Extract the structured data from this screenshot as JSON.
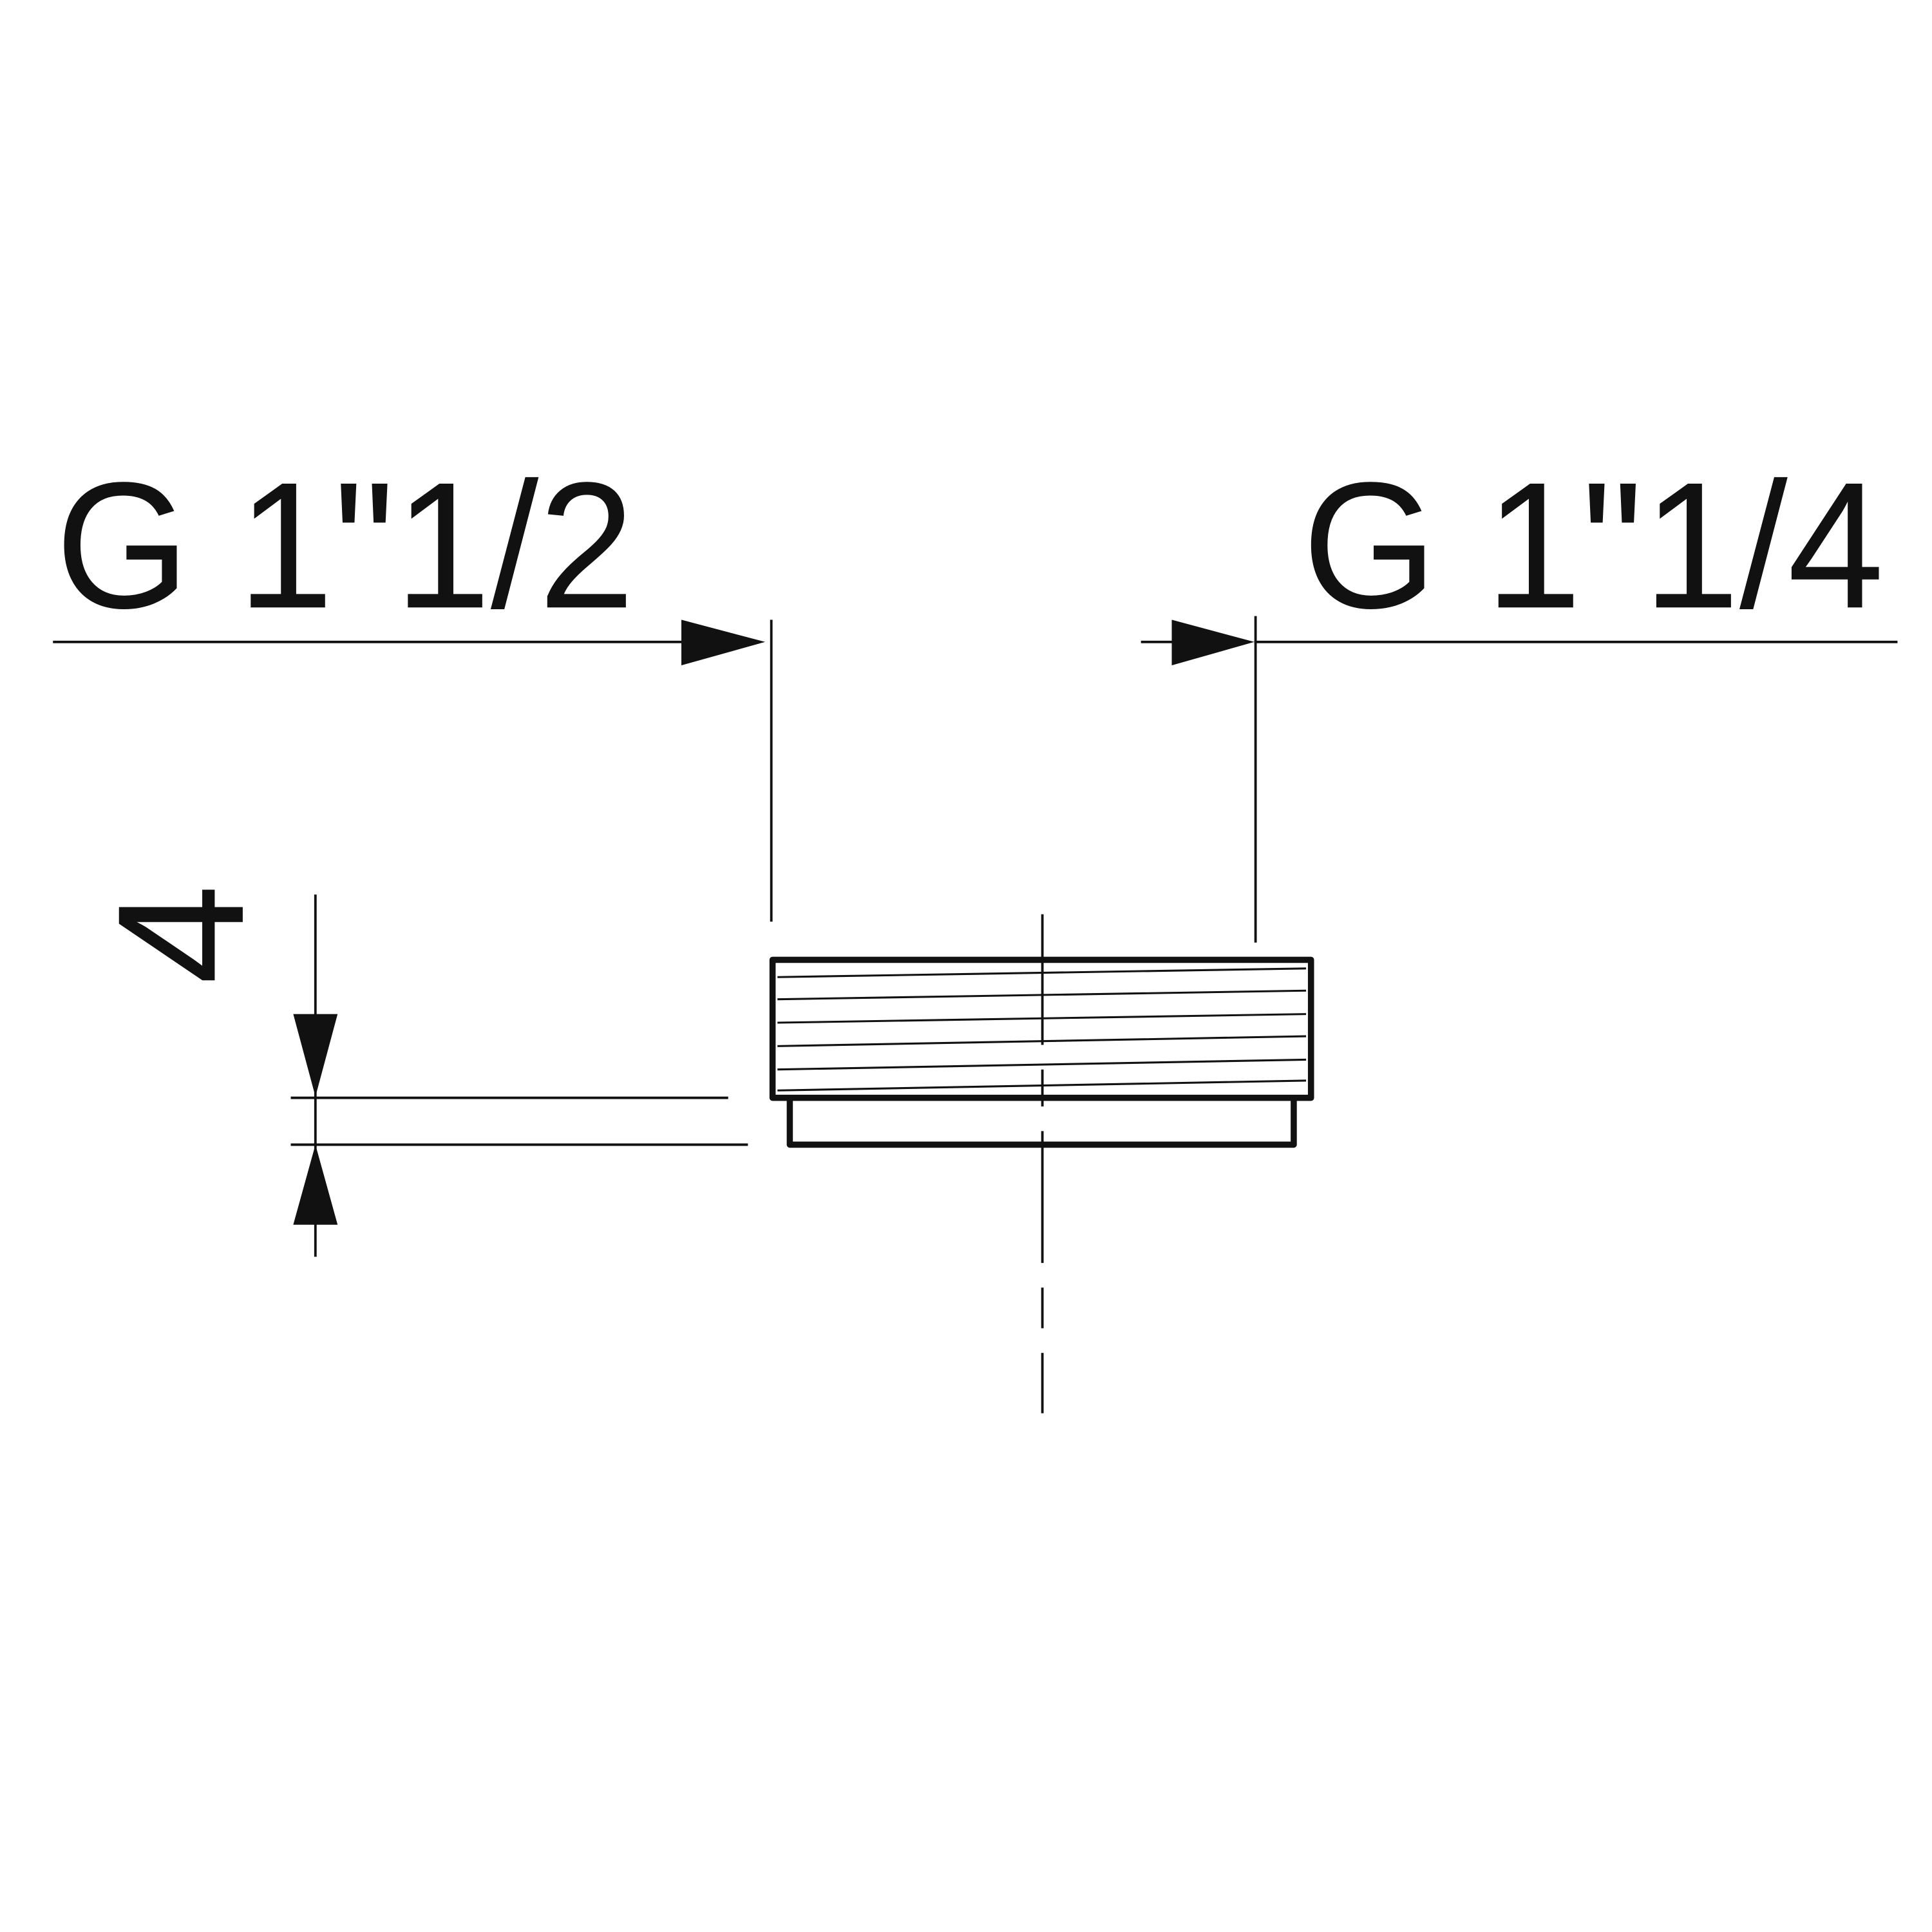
{
  "drawing": {
    "left_thread_label": "G 1\"1/2",
    "right_thread_label": "G 1\"1/4",
    "height_dimension": "4",
    "colors": {
      "line": "#111111",
      "background": "#ffffff"
    }
  }
}
